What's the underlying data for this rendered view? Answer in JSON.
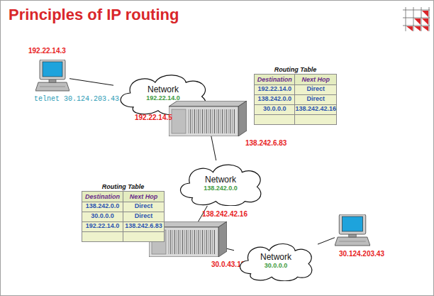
{
  "diagram": {
    "title": "Principles of IP routing",
    "nodes": [
      {
        "text": [
          "192.22.14.3",
          "telnet 30.124.203.43"
        ]
      },
      {
        "text": [
          "Network",
          "192.22.14.0"
        ]
      },
      {
        "text": [
          "192.22.14.5",
          "138.242.6.83"
        ]
      },
      {
        "text": [
          "Routing Table",
          "Destination",
          "Next Hop",
          "192.22.14.0",
          "Direct",
          "138.242.0.0",
          "Direct",
          "30.0.0.0",
          "138.242.42.16"
        ]
      },
      {
        "text": [
          "Network",
          "138.242.0.0"
        ]
      },
      {
        "text": [
          "Routing Table",
          "Destination",
          "Next Hop",
          "138.242.0.0",
          "Direct",
          "30.0.0.0",
          "Direct",
          "192.22.14.0",
          "138.242.6.83"
        ]
      },
      {
        "text": [
          "138.242.42.16",
          "30.0.43.12"
        ]
      },
      {
        "text": [
          "Network",
          "30.0.0.0"
        ]
      },
      {
        "text": [
          "30.124.203.43"
        ]
      }
    ],
    "edges": [
      {
        "from": 0,
        "to": 1,
        "arrow": "none"
      },
      {
        "from": 1,
        "to": 2,
        "arrow": "none"
      },
      {
        "from": 2,
        "to": 4,
        "arrow": "none"
      },
      {
        "from": 4,
        "to": 6,
        "arrow": "none"
      },
      {
        "from": 6,
        "to": 7,
        "arrow": "none"
      },
      {
        "from": 7,
        "to": 8,
        "arrow": "none"
      }
    ]
  }
}
